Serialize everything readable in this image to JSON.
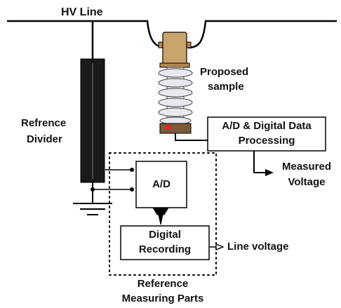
{
  "labels": {
    "hv_line": "HV Line",
    "proposed_sample": [
      "Proposed",
      "sample"
    ],
    "reference_divider": [
      "Refrence",
      "Divider"
    ],
    "ad_digital_processing": [
      "A/D & Digital Data",
      "Processing"
    ],
    "measured_voltage": [
      "Measured",
      "Voltage"
    ],
    "ad": "A/D",
    "digital_recording": [
      "Digital",
      "Recording"
    ],
    "line_voltage": "Line voltage",
    "reference_measuring_parts": [
      "Reference",
      "Measuring Parts"
    ]
  },
  "colors": {
    "line": "#000000",
    "divider_body": "#1a1a1a",
    "sample_cap": "#c9a46a",
    "insulator": "#e8e8ee",
    "dotted_frame": "#000000"
  }
}
